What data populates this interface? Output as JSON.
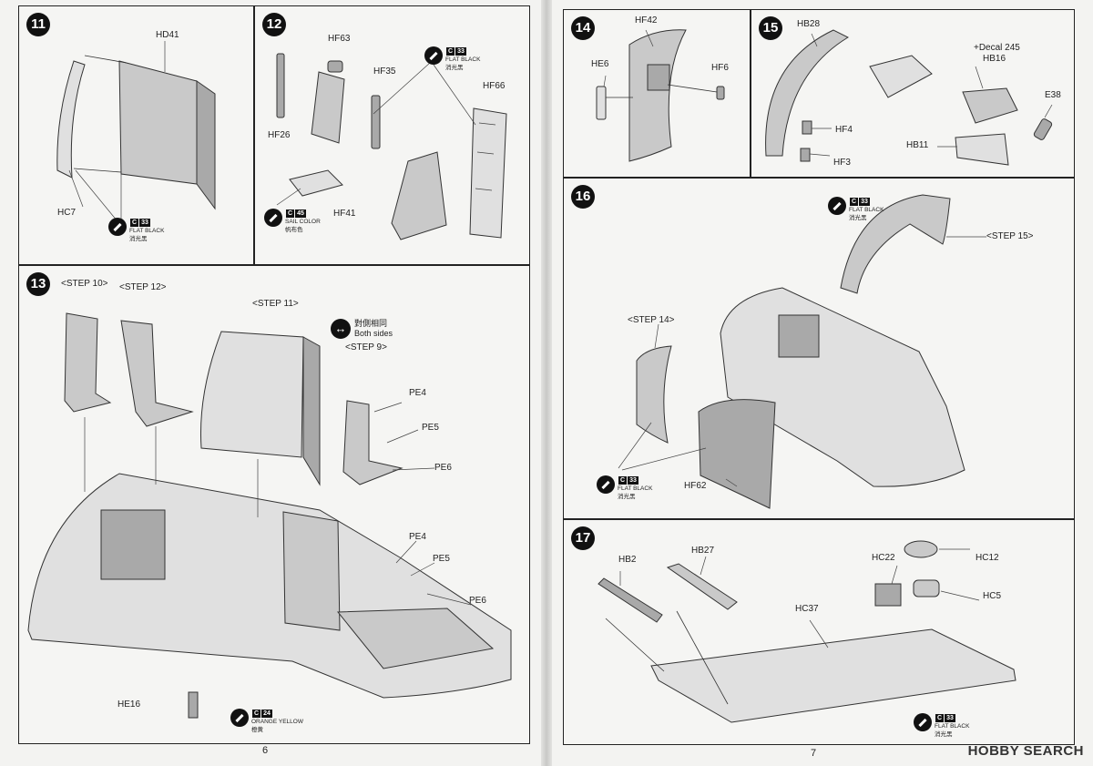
{
  "pages": {
    "left_number": "6",
    "right_number": "7"
  },
  "paint_codes": {
    "flat_black": {
      "code": "C",
      "num": "33",
      "name": "FLAT BLACK",
      "cn": "消光黑"
    },
    "sail_color": {
      "code": "C",
      "num": "45",
      "name": "SAIL COLOR",
      "cn": "帆布色"
    },
    "orange_yellow": {
      "code": "C",
      "num": "24",
      "name": "ORANGE YELLOW",
      "cn": "橙黄"
    }
  },
  "step11": {
    "number": "11",
    "labels": {
      "hd41": "HD41",
      "hc7": "HC7"
    }
  },
  "step12": {
    "number": "12",
    "labels": {
      "hf63": "HF63",
      "hf35": "HF35",
      "hf66": "HF66",
      "hf26": "HF26",
      "hf41": "HF41"
    }
  },
  "step13": {
    "number": "13",
    "refs": {
      "step10": "<STEP 10>",
      "step12": "<STEP 12>",
      "step11": "<STEP 11>",
      "step9": "<STEP 9>"
    },
    "both_sides": {
      "cn": "對側相同",
      "en": "Both sides"
    },
    "labels": {
      "pe4a": "PE4",
      "pe5a": "PE5",
      "pe6a": "PE6",
      "pe4b": "PE4",
      "pe5b": "PE5",
      "pe6b": "PE6",
      "he16": "HE16"
    }
  },
  "step14": {
    "number": "14",
    "labels": {
      "hf42": "HF42",
      "he6": "HE6",
      "hf6": "HF6"
    }
  },
  "step15": {
    "number": "15",
    "labels": {
      "hb28": "HB28",
      "decal": "+Decal 245",
      "hb16": "HB16",
      "e38": "E38",
      "hf4": "HF4",
      "hb11": "HB11",
      "hf3": "HF3"
    }
  },
  "step16": {
    "number": "16",
    "refs": {
      "step15": "<STEP 15>",
      "step14": "<STEP 14>"
    },
    "labels": {
      "hf62": "HF62"
    }
  },
  "step17": {
    "number": "17",
    "labels": {
      "hb2": "HB2",
      "hb27": "HB27",
      "hc22": "HC22",
      "hc12": "HC12",
      "hc37": "HC37",
      "hc5": "HC5"
    }
  },
  "watermark": {
    "brand": "HOBBY SEARCH"
  }
}
